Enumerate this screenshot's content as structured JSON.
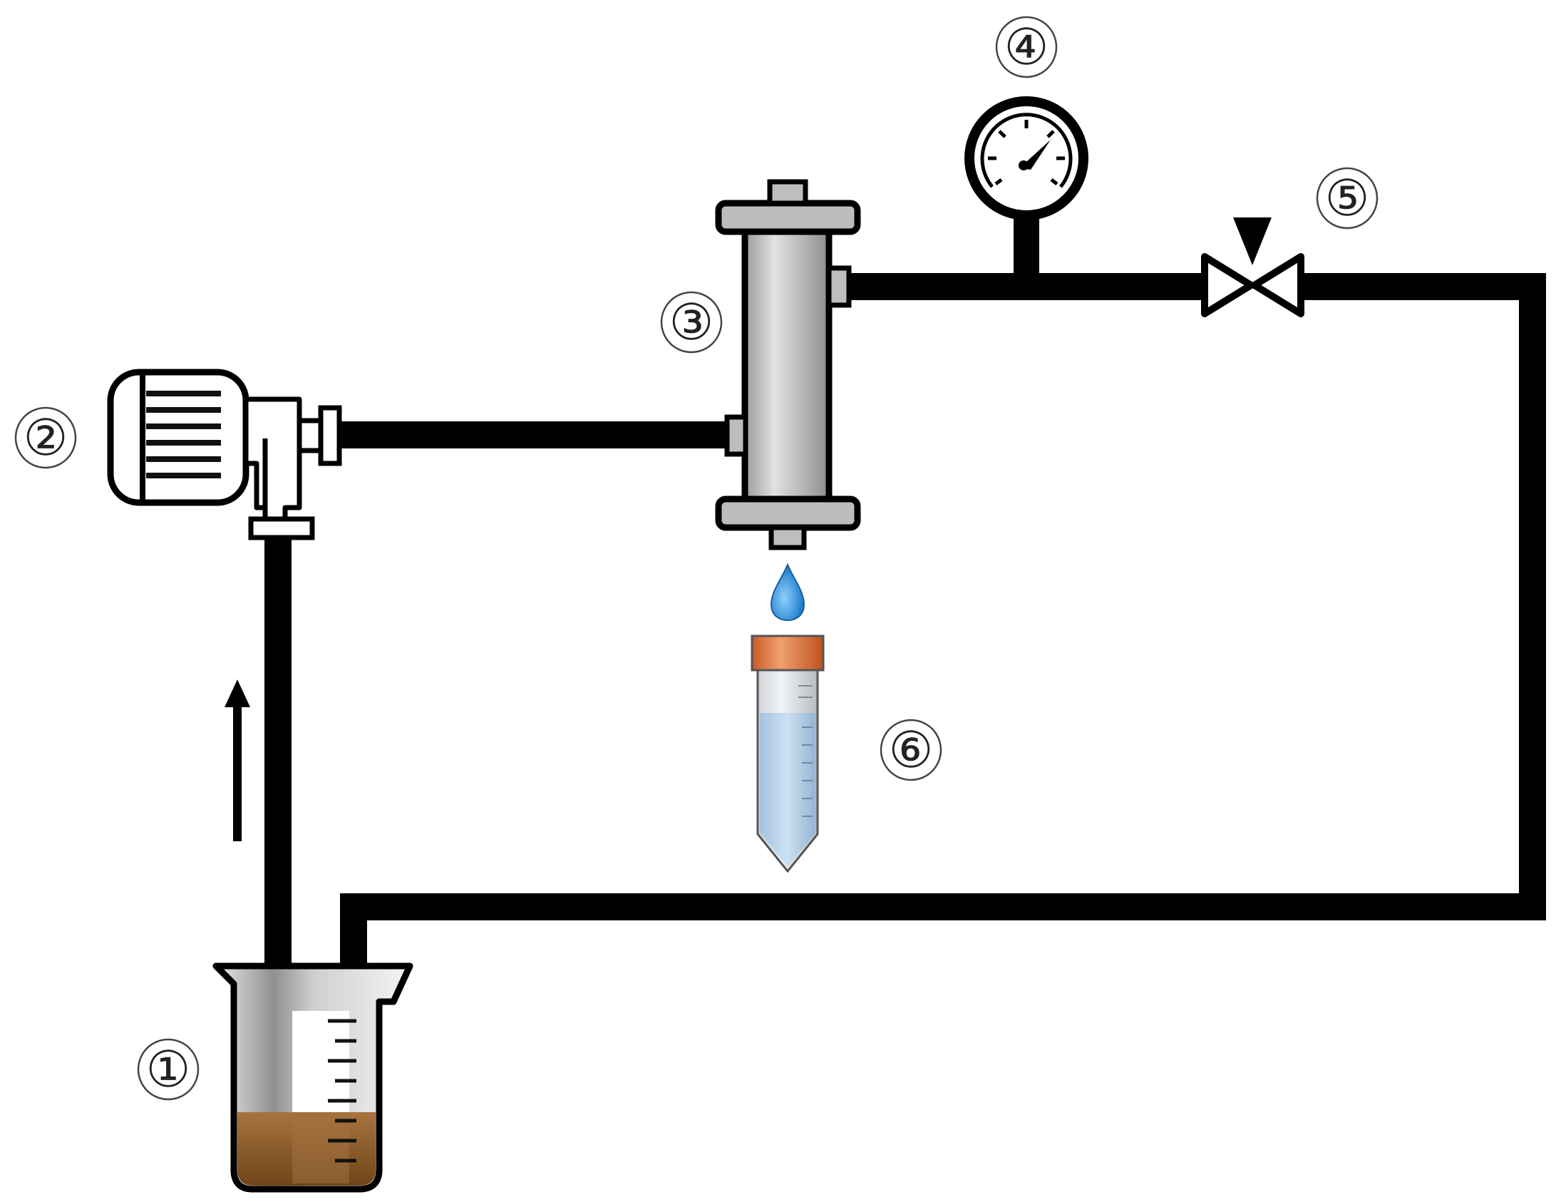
{
  "labels": [
    {
      "id": "beaker",
      "text": "①"
    },
    {
      "id": "pump",
      "text": "②"
    },
    {
      "id": "filter-column",
      "text": "③"
    },
    {
      "id": "pressure-gauge",
      "text": "④"
    },
    {
      "id": "valve",
      "text": "⑤"
    },
    {
      "id": "collection-tube",
      "text": "⑥"
    }
  ],
  "colors": {
    "pipe": "#000000",
    "column": "#c8c8c8",
    "sludge": "#8a5a2b",
    "tube_cap": "#d9703a",
    "tube_liquid": "#a9c9e6",
    "drop": "#2a8fdc"
  }
}
